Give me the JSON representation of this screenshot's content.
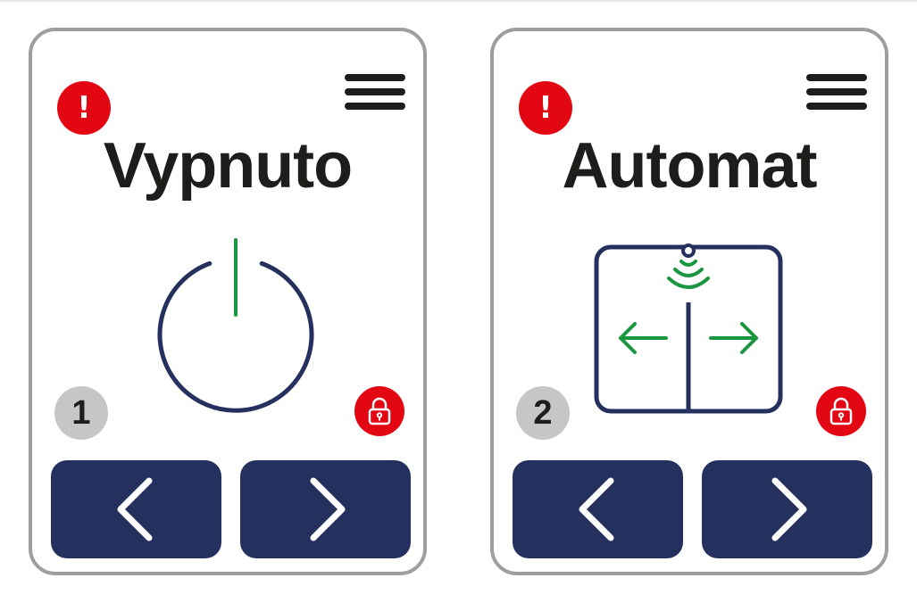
{
  "colors": {
    "alert": "#e30613",
    "navy": "#24305e",
    "green": "#1a9641",
    "badge_gray": "#c6c6c6",
    "border_gray": "#9e9e9e",
    "text_dark": "#1d1d1b"
  },
  "panels": [
    {
      "title": "Vypnuto",
      "number": "1",
      "alert_symbol": "!",
      "graphic": "power-icon",
      "status_icon": "alert-icon",
      "menu_icon": "hamburger-menu-icon",
      "lock_icon": "padlock-icon",
      "prev_icon": "chevron-left-icon",
      "next_icon": "chevron-right-icon"
    },
    {
      "title": "Automat",
      "number": "2",
      "alert_symbol": "!",
      "graphic": "automatic-door-icon",
      "status_icon": "alert-icon",
      "menu_icon": "hamburger-menu-icon",
      "lock_icon": "padlock-icon",
      "prev_icon": "chevron-left-icon",
      "next_icon": "chevron-right-icon"
    }
  ]
}
